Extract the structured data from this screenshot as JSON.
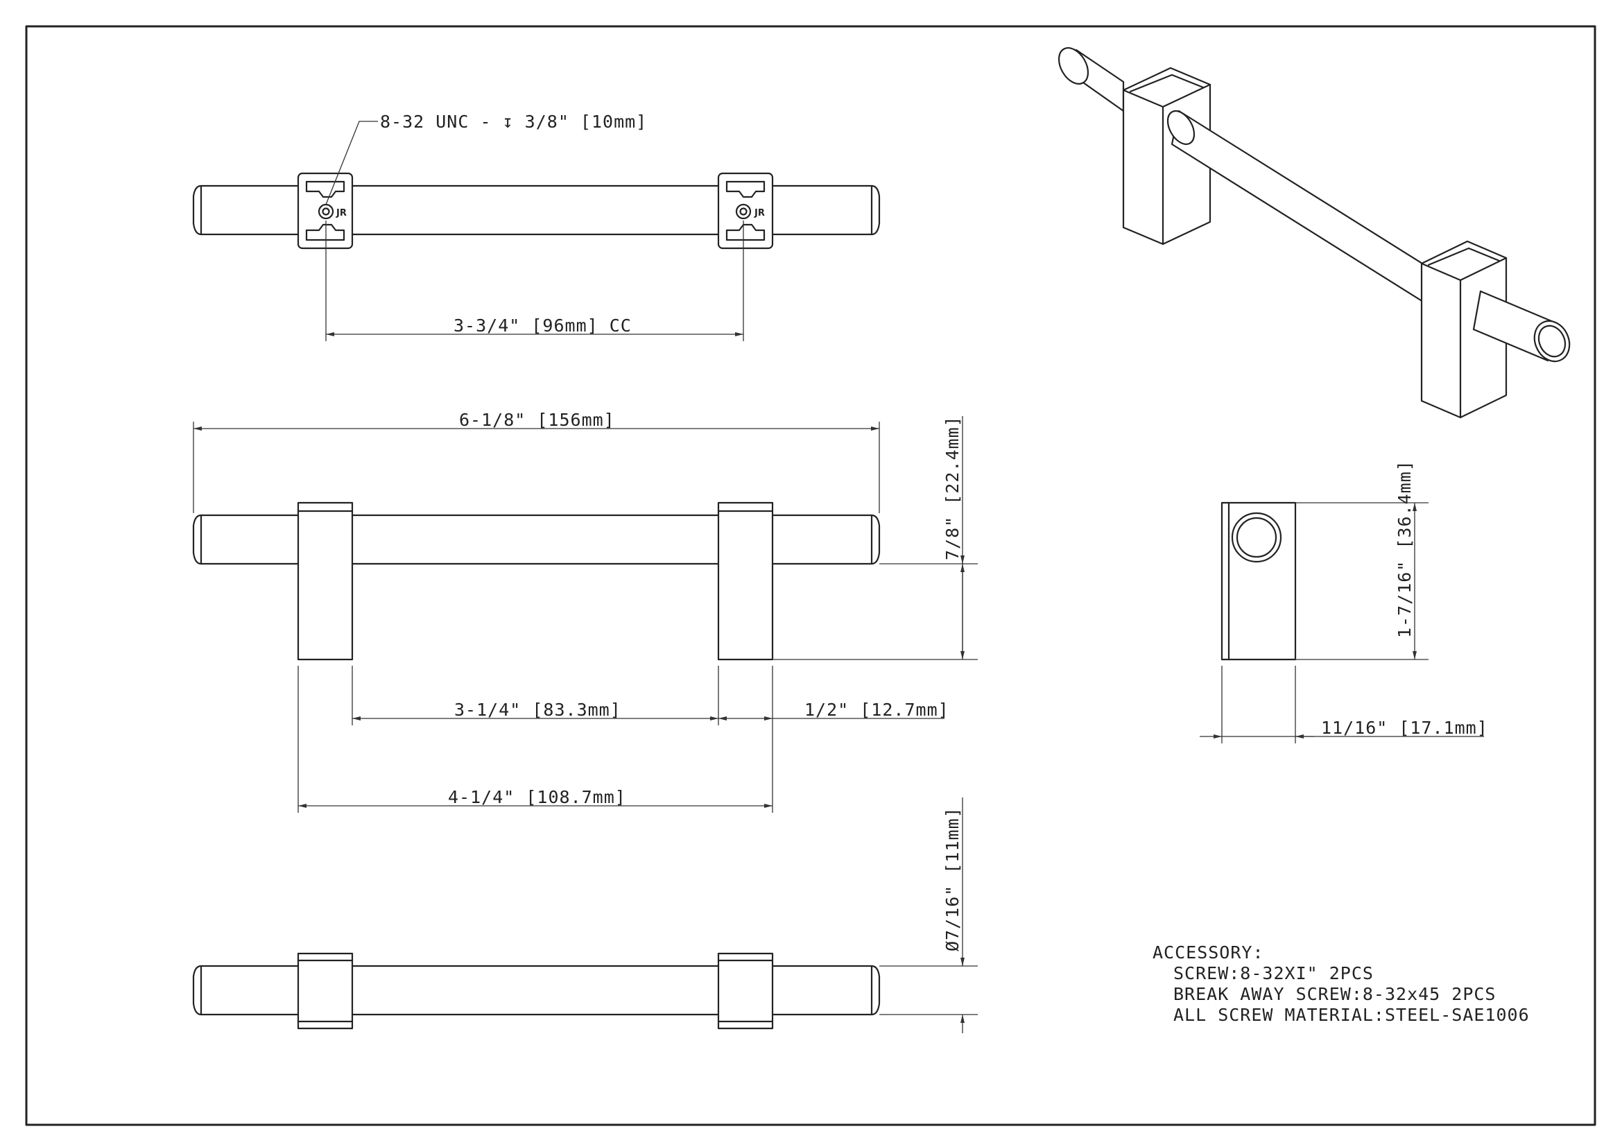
{
  "thread_note": "8-32 UNC - ↧ 3/8\" [10mm]",
  "dims": {
    "cc": "3-3/4\" [96mm] CC",
    "overall": "6-1/8\" [156mm]",
    "height": "7/8\" [22.4mm]",
    "inner": "3-1/4\" [83.3mm]",
    "post_w": "1/2\" [12.7mm]",
    "outer": "4-1/4\" [108.7mm]",
    "dia": "Ø7/16\" [11mm]",
    "side_h": "1-7/16\" [36.4mm]",
    "side_w": "11/16\" [17.1mm]"
  },
  "logo_text": "JR",
  "accessory": {
    "title": "ACCESSORY:",
    "lines": [
      "SCREW:8-32XI\" 2PCS",
      "BREAK AWAY SCREW:8-32x45 2PCS",
      "ALL SCREW MATERIAL:STEEL-SAE1006"
    ]
  }
}
